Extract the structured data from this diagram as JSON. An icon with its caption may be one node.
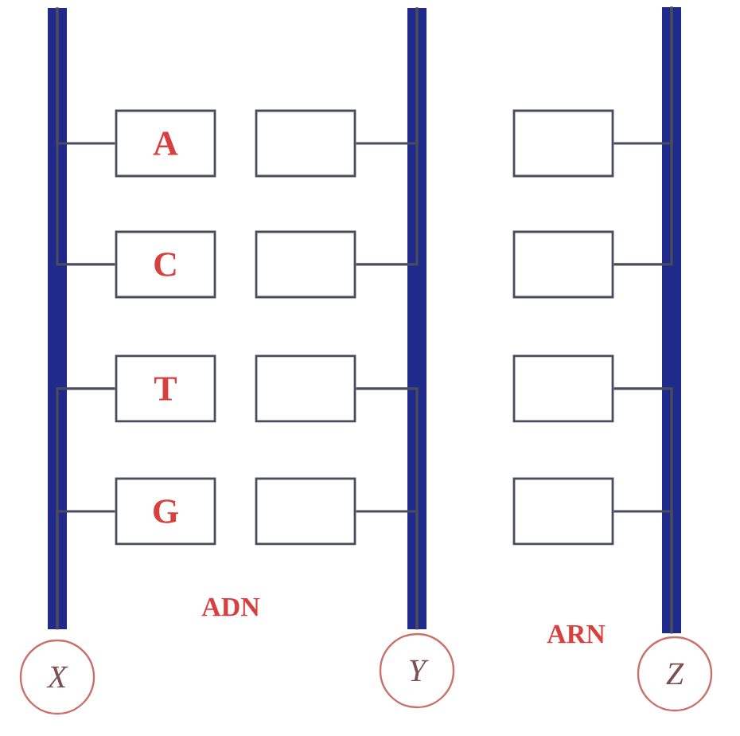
{
  "diagram": {
    "nodes": [
      {
        "text": [],
        "shape": "bar"
      },
      {
        "text": [],
        "shape": "bar"
      },
      {
        "text": [],
        "shape": "bar"
      },
      {
        "text": [
          "A"
        ]
      },
      {
        "text": [
          "C"
        ]
      },
      {
        "text": [
          "T"
        ]
      },
      {
        "text": [
          "G"
        ]
      },
      {
        "text": [],
        "shape": "box"
      },
      {
        "text": [],
        "shape": "box"
      },
      {
        "text": [],
        "shape": "box"
      },
      {
        "text": [],
        "shape": "box"
      },
      {
        "text": [],
        "shape": "box"
      },
      {
        "text": [],
        "shape": "box"
      },
      {
        "text": [],
        "shape": "box"
      },
      {
        "text": [],
        "shape": "box"
      },
      {
        "text": [
          "X"
        ]
      },
      {
        "text": [
          "Y"
        ]
      },
      {
        "text": [
          "Z"
        ]
      }
    ],
    "edges": [
      {
        "from": 0,
        "to": 3,
        "arrow": "none"
      },
      {
        "from": 0,
        "to": 4,
        "arrow": "none"
      },
      {
        "from": 0,
        "to": 5,
        "arrow": "none"
      },
      {
        "from": 0,
        "to": 6,
        "arrow": "none"
      },
      {
        "from": 1,
        "to": 7,
        "arrow": "none"
      },
      {
        "from": 1,
        "to": 8,
        "arrow": "none"
      },
      {
        "from": 1,
        "to": 9,
        "arrow": "none"
      },
      {
        "from": 1,
        "to": 10,
        "arrow": "none"
      },
      {
        "from": 2,
        "to": 11,
        "arrow": "none"
      },
      {
        "from": 2,
        "to": 12,
        "arrow": "none"
      },
      {
        "from": 2,
        "to": 13,
        "arrow": "none"
      },
      {
        "from": 2,
        "to": 14,
        "arrow": "none"
      }
    ],
    "labels": [
      "ADN",
      "ARN"
    ]
  }
}
